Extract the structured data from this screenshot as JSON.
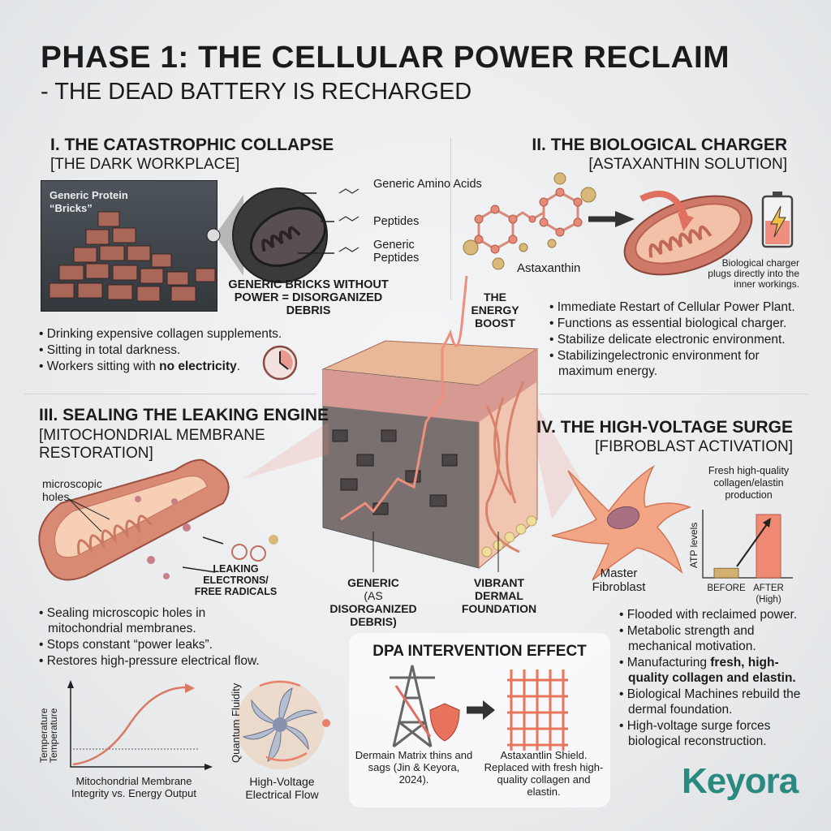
{
  "header": {
    "title": "PHASE 1: THE CELLULAR POWER RECLAIM",
    "subtitle": "- THE DEAD BATTERY IS RECHARGED"
  },
  "section1": {
    "title": "I. THE CATASTROPHIC COLLAPSE",
    "subtitle": "[THE DARK WORKPLACE]",
    "image_label": "Generic Protein “Bricks”",
    "molecules": [
      "Generic Amino Acids",
      "Peptides",
      "Generic Peptides"
    ],
    "caption": "GENERIC BRICKS WITHOUT POWER = DISORGANIZED DEBRIS",
    "bullets": [
      "Drinking expensive collagen supplements.",
      "Sitting in total darkness."
    ],
    "bullet3_prefix": "Workers sitting with ",
    "bullet3_bold": "no electricity",
    "bullet3_suffix": "."
  },
  "section2": {
    "title": "II. THE BIOLOGICAL CHARGER",
    "subtitle": "[ASTAXANTHIN SOLUTION]",
    "molecule_label": "Astaxanthin",
    "charger_caption": "Biological charger plugs directly into the inner workings.",
    "bullets": [
      "Immediate Restart of Cellular Power Plant.",
      "Functions as essential biological charger.",
      "Stabilize delicate electronic environment.",
      "Stabilizingelectronic environment for maximum energy."
    ]
  },
  "center": {
    "energy_boost": "THE ENERGY BOOST",
    "left_label_1": "GENERIC",
    "left_label_2a": "(AS ",
    "left_label_2b": "DISORGANIZED",
    "left_label_3": "DEBRIS)",
    "right_label": "VIBRANT DERMAL FOUNDATION"
  },
  "section3": {
    "title": "III. SEALING THE LEAKING ENGINE",
    "subtitle_1": "[MITOCHONDRIAL MEMBRANE",
    "subtitle_2": "RESTORATION]",
    "holes_label": "microscopic holes",
    "leak_label": "LEAKING ELECTRONS/ FREE RADICALS",
    "bullets": [
      "Sealing microscopic holes in mitochondrial membranes.",
      "Stops constant “power leaks”.",
      "Restores high-pressure electrical flow."
    ],
    "graph_ylabel_1": "Temperature",
    "graph_ylabel_2": "Temperature",
    "graph_caption": "Mitochondrial Membrane Integrity vs. Energy Output",
    "turbine_label": "Quantum Fluidity",
    "turbine_caption": "High-Voltage Electrical Flow"
  },
  "section4": {
    "title": "IV. THE HIGH-VOLTAGE SURGE",
    "subtitle": "[FIBROBLAST ACTIVATION]",
    "cell_label": "Master Fibroblast",
    "chart_caption": "Fresh high-quality collagen/elastin production",
    "chart_ylabel": "ATP levels",
    "chart_before": "BEFORE",
    "chart_after_1": "AFTER",
    "chart_after_2": "(High)",
    "chart_values": {
      "before": 0.15,
      "after": 1.0
    },
    "bullets": [
      "Flooded with reclaimed power.",
      "Metabolic strength and mechanical motivation."
    ],
    "bullet3_prefix": "Manufacturing ",
    "bullet3_bold": "fresh, high-quality collagen and elastin.",
    "bullets_after": [
      "Biological Machines rebuild the dermal foundation.",
      "High-voltage surge forces biological reconstruction."
    ]
  },
  "dpa": {
    "title": "DPA INTERVENTION EFFECT",
    "left_caption": "Dermain Matrix thins and sags (Jin & Keyora, 2024).",
    "right_caption": "Astaxantlin Shield. Replaced with fresh high-quality collagen and elastin."
  },
  "brand": {
    "logo": "Keyora",
    "color": "#2a8a80"
  },
  "colors": {
    "accent": "#e8806a",
    "dark": "#1b1b1b",
    "brick": "#a9675a"
  }
}
